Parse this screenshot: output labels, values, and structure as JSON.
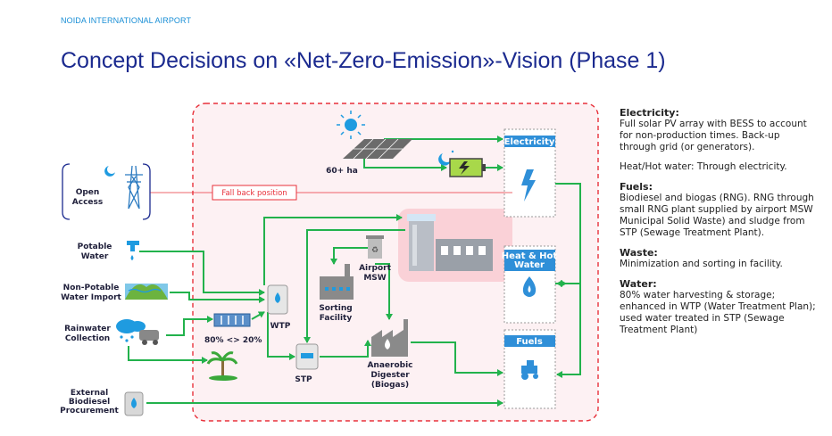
{
  "header": {
    "brand": "NOIDA INTERNATIONAL AIRPORT",
    "title": "Concept Decisions on «Net-Zero-Emission»-Vision (Phase 1)"
  },
  "diagram": {
    "solar_label": "60+ ha",
    "open_access": [
      "Open",
      "Access"
    ],
    "fall_back": "Fall back position",
    "potable": [
      "Potable",
      "Water"
    ],
    "non_potable": [
      "Non-Potable",
      "Water Import"
    ],
    "rainwater": [
      "Rainwater",
      "Collection"
    ],
    "biodiesel": [
      "External",
      "Biodiesel",
      "Procurement"
    ],
    "split": "80% <> 20%",
    "wtp": "WTP",
    "stp": "STP",
    "sorting": [
      "Sorting",
      "Facility"
    ],
    "msw": [
      "Airport",
      "MSW"
    ],
    "digester": [
      "Anaerobic",
      "Digester",
      "(Biogas)"
    ],
    "sink_electricity": "Electricity",
    "sink_heat": [
      "Heat & Hot",
      "Water"
    ],
    "sink_fuels": "Fuels"
  },
  "panel": {
    "electricity_title": "Electricity:",
    "electricity_text": "Full solar PV array with BESS to account for non-production times. Back-up through grid (or generators).",
    "heat_text": "Heat/Hot water: Through electricity.",
    "fuels_title": "Fuels:",
    "fuels_text": "Biodiesel and biogas (RNG). RNG through small RNG plant supplied by airport MSW Municipal Solid Waste) and sludge from STP (Sewage Treatment Plant).",
    "waste_title": "Waste:",
    "waste_text": "Minimization and sorting in facility.",
    "water_title": "Water:",
    "water_text": "80% water harvesting & storage; enhanced in WTP (Water Treatment Plan); used water treated in STP (Sewage Treatment Plant)"
  },
  "colors": {
    "title": "#1b2a8f",
    "brand": "#1a8fd6",
    "flow": "#22b24c",
    "boundary": "#e8303a",
    "sink": "#2f8fd8"
  }
}
